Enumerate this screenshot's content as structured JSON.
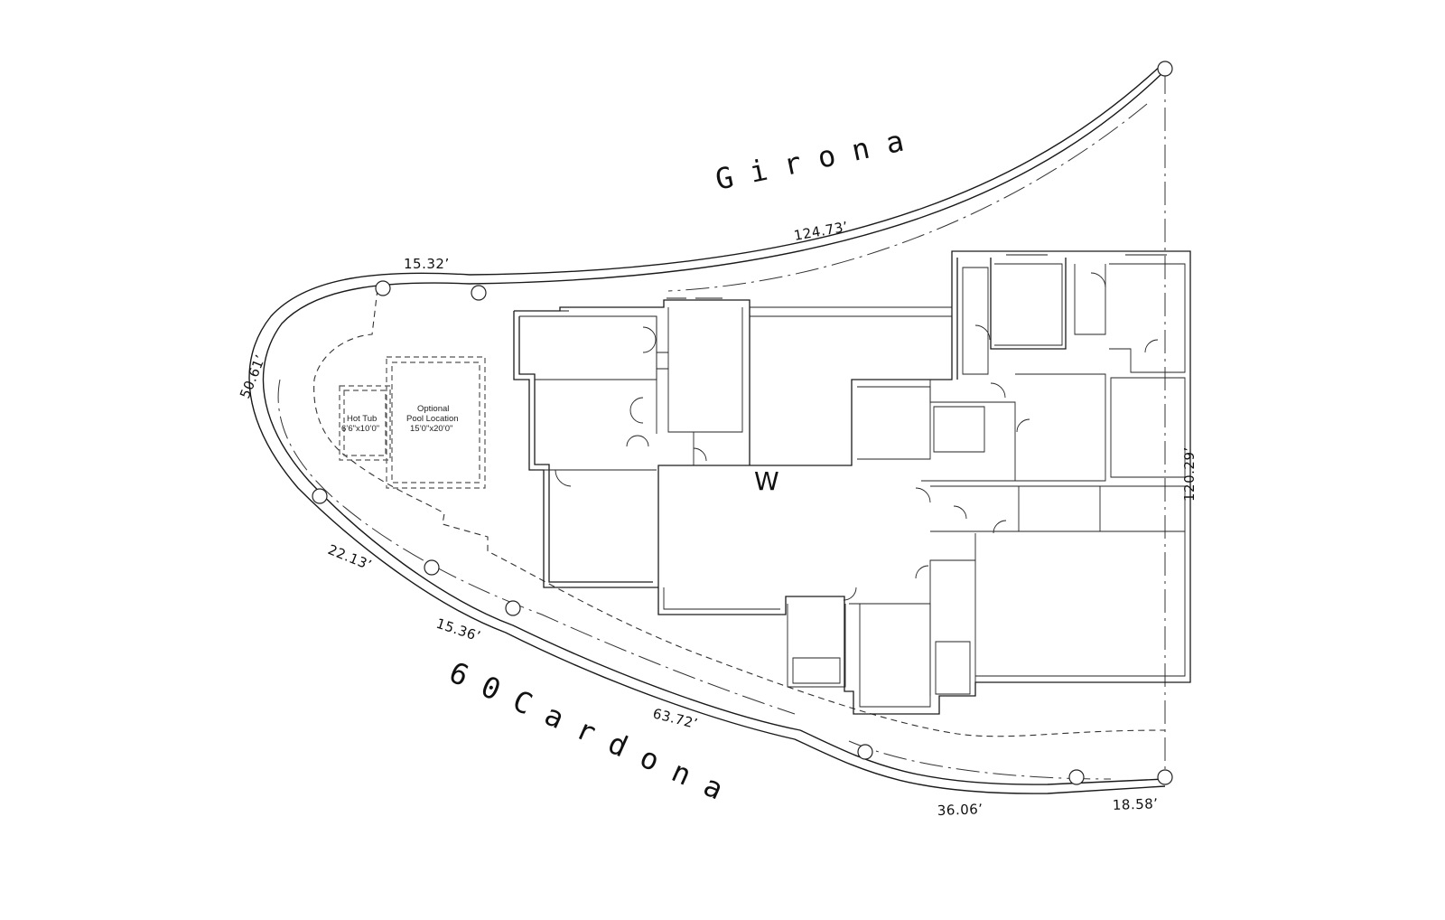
{
  "streets": {
    "north": "G i r o n a",
    "south": "6 0   C a r d o n a"
  },
  "dimensions": {
    "north_arc": "124.73’",
    "north_short": "15.32’",
    "west_curve": "50.61’",
    "south_1": "22.13’",
    "south_2": "15.36’",
    "south_3": "63.72’",
    "south_4": "36.06’",
    "south_5": "18.58’",
    "east_line": "120.29’"
  },
  "features": {
    "hot_tub_label": "Hot Tub",
    "hot_tub_size": "6’6\"x10’0\"",
    "pool_label_1": "Optional",
    "pool_label_2": "Pool Location",
    "pool_size": "15’0\"x20’0\""
  },
  "marker": "W"
}
